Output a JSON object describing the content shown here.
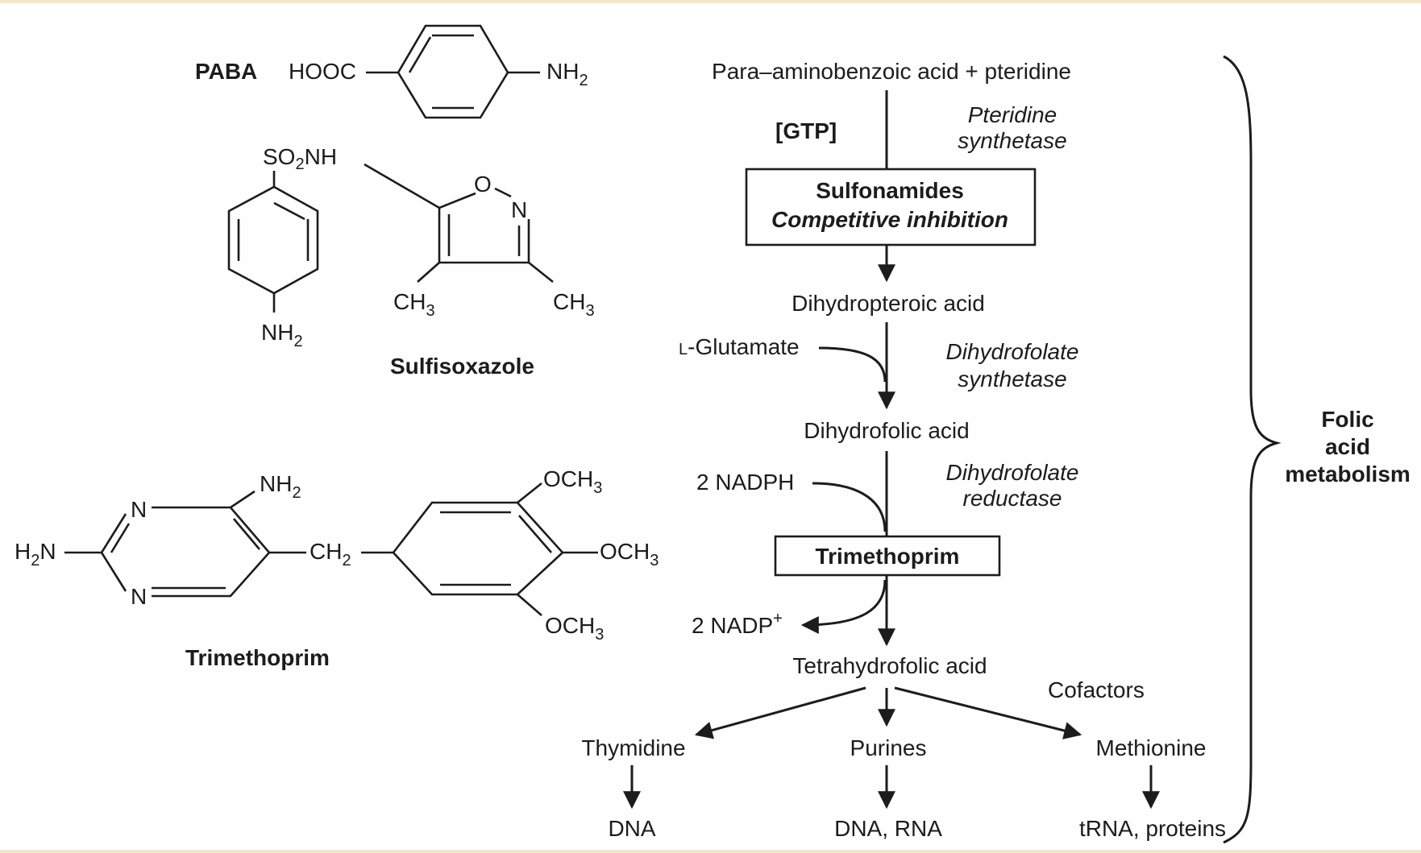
{
  "paba": {
    "name": "PABA",
    "left_group": "HOOC",
    "right_group_main": "NH",
    "right_group_sub": "2"
  },
  "sulfisoxazole": {
    "name": "Sulfisoxazole",
    "top_group_a": "SO",
    "top_group_sub": "2",
    "top_group_b": "NH",
    "bottom_group_main": "NH",
    "bottom_group_sub": "2",
    "ring_o": "O",
    "ring_n": "N",
    "methyl_left_main": "CH",
    "methyl_left_sub": "3",
    "methyl_right_main": "CH",
    "methyl_right_sub": "3"
  },
  "trimethoprim_structure": {
    "name": "Trimethoprim",
    "amine_top_main": "NH",
    "amine_top_sub": "2",
    "amine_left_main": "H",
    "amine_left_sub": "2",
    "amine_left_end": "N",
    "ring_n_top": "N",
    "ring_n_bottom": "N",
    "bridge_main": "CH",
    "bridge_sub": "2",
    "methoxy_top_main": "OCH",
    "methoxy_top_sub": "3",
    "methoxy_mid_main": "OCH",
    "methoxy_mid_sub": "3",
    "methoxy_bottom_main": "OCH",
    "methoxy_bottom_sub": "3"
  },
  "pathway": {
    "start": "Para–aminobenzoic acid + pteridine",
    "cofactor_gtp": "[GTP]",
    "enzyme_1_line1": "Pteridine",
    "enzyme_1_line2": "synthetase",
    "inhibitor_1_title": "Sulfonamides",
    "inhibitor_1_subtitle": "Competitive inhibition",
    "product_1": "Dihydropteroic acid",
    "glutamate_prefix": "L",
    "glutamate": "-Glutamate",
    "enzyme_2_line1": "Dihydrofolate",
    "enzyme_2_line2": "synthetase",
    "product_2": "Dihydrofolic acid",
    "nadph": "2 NADPH",
    "enzyme_3_line1": "Dihydrofolate",
    "enzyme_3_line2": "reductase",
    "inhibitor_2": "Trimethoprim",
    "nadp": "2 NADP",
    "nadp_charge": "+",
    "product_3": "Tetrahydrofolic acid",
    "cofactors": "Cofactors",
    "branch_left": "Thymidine",
    "branch_mid": "Purines",
    "branch_right": "Methionine",
    "end_left": "DNA",
    "end_mid": "DNA, RNA",
    "end_right": "tRNA, proteins",
    "bracket_label_1": "Folic",
    "bracket_label_2": "acid",
    "bracket_label_3": "metabolism"
  }
}
